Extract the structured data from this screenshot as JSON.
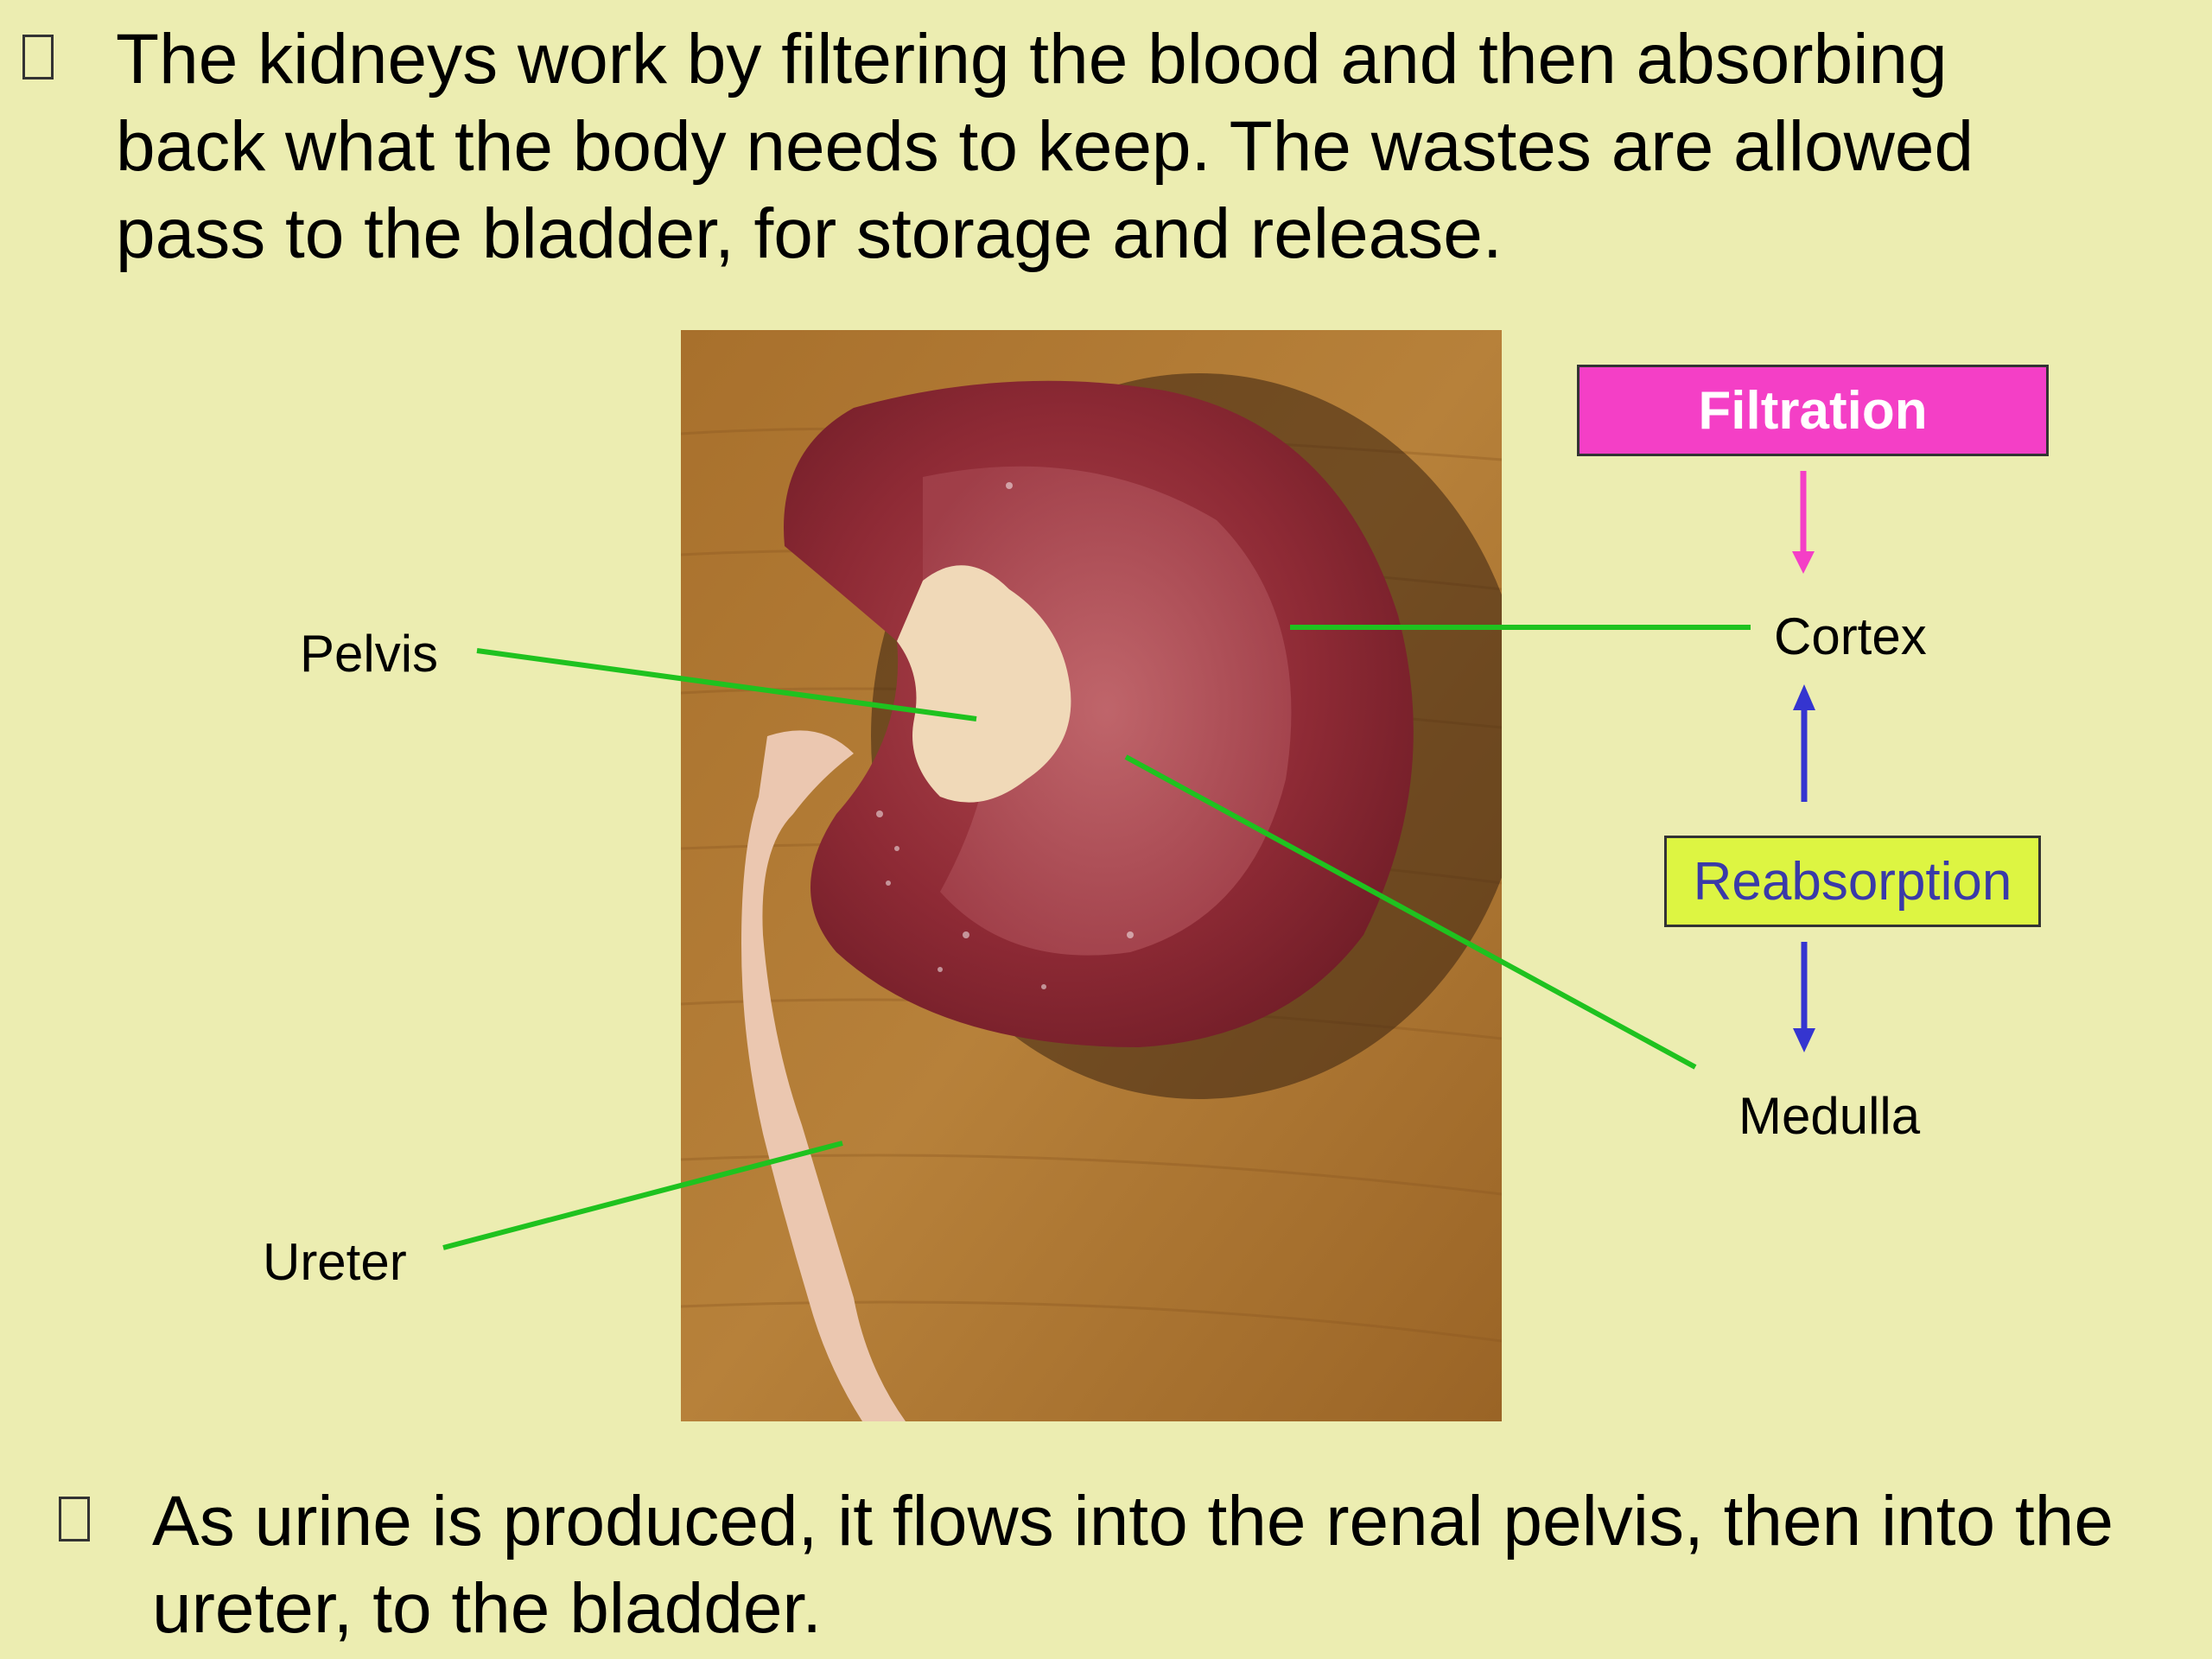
{
  "slide": {
    "paragraph_top": "The kidneys work by filtering the blood and then absorbing\nback what the body needs to keep. The wastes are allowed\npass to the bladder, for storage and release.",
    "paragraph_bottom": "As urine is produced, it flows into the renal pelvis, then into the\nureter, to the bladder."
  },
  "diagram": {
    "labels": {
      "pelvis": "Pelvis",
      "ureter": "Ureter",
      "cortex": "Cortex",
      "medulla": "Medulla"
    },
    "boxes": {
      "filtration": "Filtration",
      "reabsorption": "Reabsorption"
    },
    "colors": {
      "background": "#ecedb1",
      "leader_line": "#1fc21f",
      "filtration_fill": "#f43fc6",
      "filtration_arrow": "#f43fc6",
      "reabsorption_fill": "#ddf542",
      "reabsorption_text": "#3a3aa8",
      "reabsorption_arrow": "#3535d0"
    }
  }
}
